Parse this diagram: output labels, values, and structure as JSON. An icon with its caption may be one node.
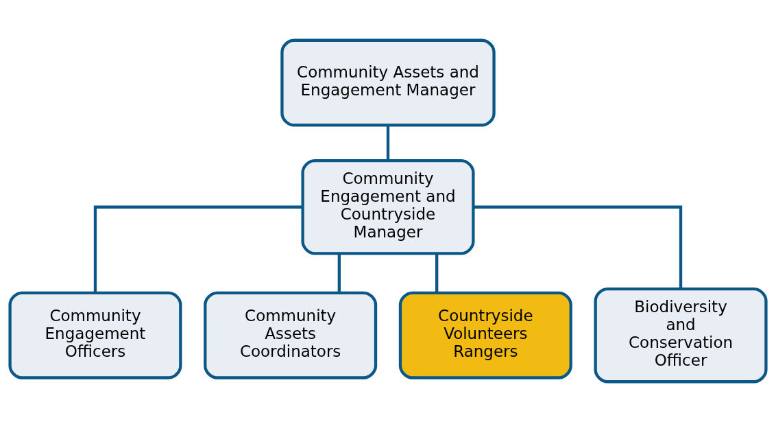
{
  "diagram": {
    "nodes": [
      {
        "text": [
          "Community Assets and Engagement Manager"
        ]
      },
      {
        "text": [
          "Community Engagement and Countryside Manager"
        ]
      },
      {
        "text": [
          "Community Engagement Officers"
        ]
      },
      {
        "text": [
          "Community Assets Coordinators"
        ]
      },
      {
        "text": [
          "Countryside Volunteers Rangers"
        ]
      },
      {
        "text": [
          "Biodiversity and Conservation Officer"
        ]
      }
    ],
    "edges": [
      {
        "from": 0,
        "to": 1,
        "arrow": "none"
      },
      {
        "from": 1,
        "to": 2,
        "arrow": "none"
      },
      {
        "from": 1,
        "to": 3,
        "arrow": "none"
      },
      {
        "from": 1,
        "to": 4,
        "arrow": "none"
      },
      {
        "from": 1,
        "to": 5,
        "arrow": "none"
      }
    ]
  }
}
